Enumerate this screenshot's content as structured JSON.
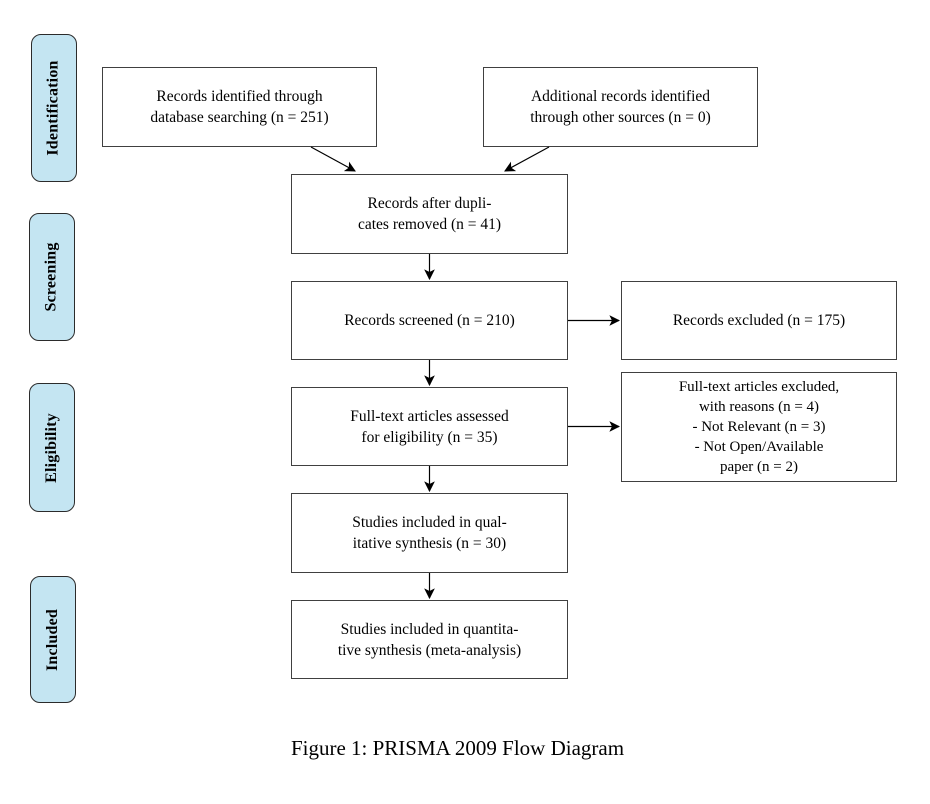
{
  "colors": {
    "background": "#ffffff",
    "stage_fill": "#c4e5f2",
    "stage_border": "#2b2b2b",
    "flowbox_border": "#404040",
    "arrow": "#000000",
    "text": "#000000"
  },
  "stages": [
    {
      "label": "Identification"
    },
    {
      "label": "Screening"
    },
    {
      "label": "Eligibility"
    },
    {
      "label": "Included"
    }
  ],
  "boxes": {
    "records_identified": {
      "text": "Records identified through\ndatabase searching (n = 251)"
    },
    "additional_records": {
      "text": "Additional records identified\nthrough other sources (n = 0)"
    },
    "after_duplicates": {
      "text": "Records after dupli-\ncates removed (n = 41)"
    },
    "records_screened": {
      "text": "Records screened (n = 210)"
    },
    "records_excluded": {
      "text": "Records excluded (n = 175)"
    },
    "fulltext_assessed": {
      "text": "Full-text articles assessed\nfor eligibility (n = 35)"
    },
    "fulltext_excluded": {
      "text": "Full-text articles excluded,\nwith reasons (n = 4)\n- Not Relevant (n = 3)\n- Not Open/Available\npaper (n = 2)"
    },
    "qualitative": {
      "text": "Studies included in qual-\nitative synthesis (n = 30)"
    },
    "quantitative": {
      "text": "Studies included in quantita-\ntive synthesis (meta-analysis)"
    }
  },
  "caption": "Figure 1: PRISMA 2009 Flow Diagram"
}
